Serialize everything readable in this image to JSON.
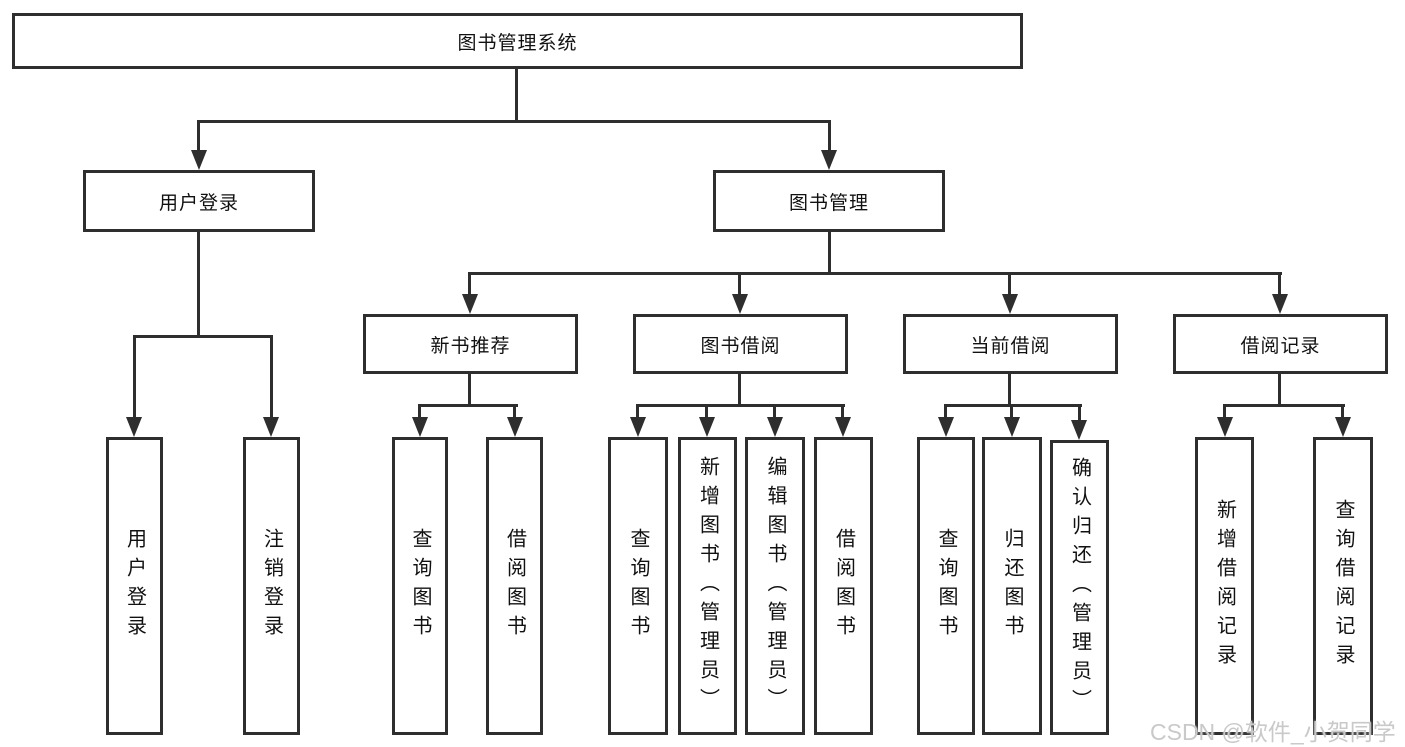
{
  "diagram": {
    "type": "hierarchy-tree",
    "title": "图书管理系统",
    "tree": {
      "label": "图书管理系统",
      "children": [
        {
          "label": "用户登录",
          "children": [
            {
              "label": "用户登录"
            },
            {
              "label": "注销登录"
            }
          ]
        },
        {
          "label": "图书管理",
          "children": [
            {
              "label": "新书推荐",
              "children": [
                {
                  "label": "查询图书"
                },
                {
                  "label": "借阅图书"
                }
              ]
            },
            {
              "label": "图书借阅",
              "children": [
                {
                  "label": "查询图书"
                },
                {
                  "label": "新增图书（管理员）"
                },
                {
                  "label": "编辑图书（管理员）"
                },
                {
                  "label": "借阅图书"
                }
              ]
            },
            {
              "label": "当前借阅",
              "children": [
                {
                  "label": "查询图书"
                },
                {
                  "label": "归还图书"
                },
                {
                  "label": "确认归还（管理员）"
                }
              ]
            },
            {
              "label": "借阅记录",
              "children": [
                {
                  "label": "新增借阅记录"
                },
                {
                  "label": "查询借阅记录"
                }
              ]
            }
          ]
        }
      ]
    }
  },
  "watermark": {
    "text": "CSDN @软件_小贺同学"
  },
  "colors": {
    "line": "#2e2e2e",
    "text": "#111111",
    "background": "#ffffff",
    "watermark": "#c9c9c9"
  }
}
